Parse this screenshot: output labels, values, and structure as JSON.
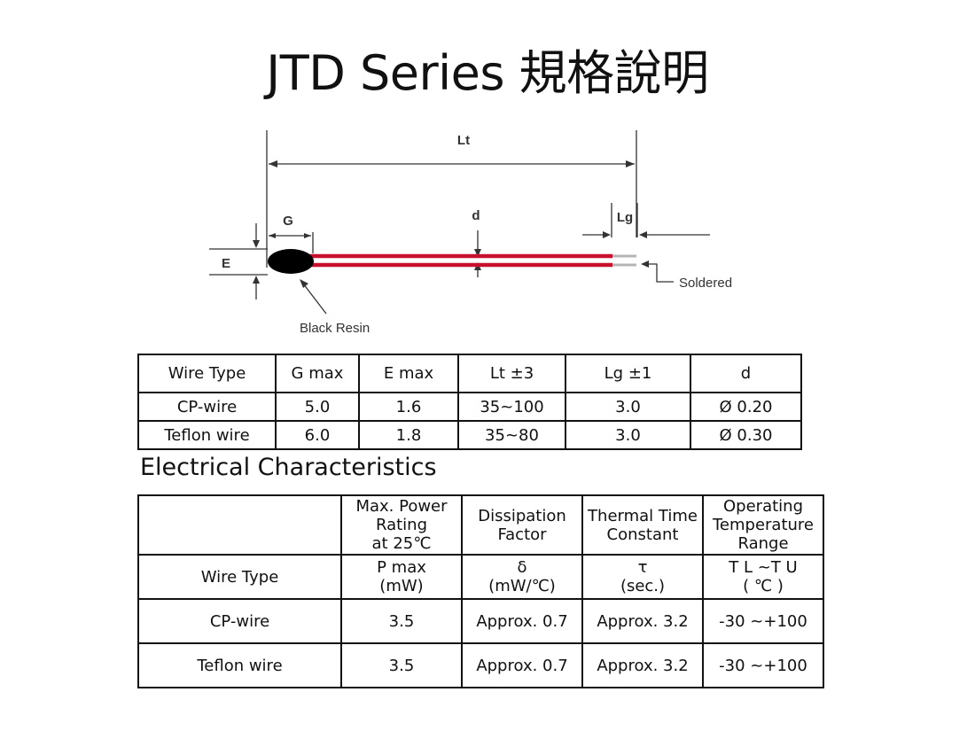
{
  "page": {
    "title": "JTD Series 規格說明"
  },
  "diagram": {
    "labels": {
      "lt": "Lt",
      "g": "G",
      "d": "d",
      "lg": "Lg",
      "e": "E",
      "soldered": "Soldered",
      "black_resin": "Black Resin"
    },
    "colors": {
      "wire": "#c8102e",
      "resin": "#000000",
      "dimension_lines": "#333333",
      "solder": "#b5b5b5"
    }
  },
  "spec_table": {
    "headers": [
      "Wire Type",
      "G max",
      "E max",
      "Lt ±3",
      "Lg ±1",
      "d"
    ],
    "rows": [
      [
        "CP-wire",
        "5.0",
        "1.6",
        "35~100",
        "3.0",
        "Ø 0.20"
      ],
      [
        "Teflon wire",
        "6.0",
        "1.8",
        "35~80",
        "3.0",
        "Ø 0.30"
      ]
    ]
  },
  "electrical": {
    "title": "Electrical Characteristics",
    "header_top": [
      "",
      [
        "Max. Power",
        "Rating",
        "at 25℃"
      ],
      [
        "Dissipation",
        "Factor"
      ],
      [
        "Thermal Time",
        "Constant"
      ],
      [
        "Operating",
        "Temperature",
        "Range"
      ]
    ],
    "header_units": [
      "Wire Type",
      [
        "P max",
        "(mW)"
      ],
      [
        "δ",
        "(mW/℃)"
      ],
      [
        "τ",
        "(sec.)"
      ],
      [
        "T L ~T U",
        "( ℃ )"
      ]
    ],
    "rows": [
      [
        "CP-wire",
        "3.5",
        "Approx. 0.7",
        "Approx.  3.2",
        "-30  ~+100"
      ],
      [
        "Teflon wire",
        "3.5",
        "Approx. 0.7",
        "Approx.  3.2",
        "-30  ~+100"
      ]
    ]
  }
}
